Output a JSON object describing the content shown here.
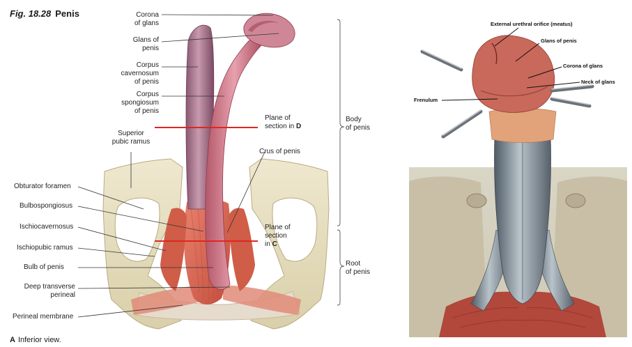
{
  "figure": {
    "number": "Fig. 18.28",
    "title": "Penis"
  },
  "caption": {
    "letter": "A",
    "text": "Inferior view."
  },
  "panel_a_labels": {
    "corona_of_glans": [
      "Corona",
      "of glans"
    ],
    "glans_of_penis": [
      "Glans of",
      "penis"
    ],
    "corpus_cavernosum": [
      "Corpus",
      "cavernosum",
      "of penis"
    ],
    "corpus_spongiosum": [
      "Corpus",
      "spongiosum",
      "of penis"
    ],
    "superior_pubic_ramus": [
      "Superior",
      "pubic ramus"
    ],
    "obturator_foramen": "Obturator foramen",
    "bulbospongiosus": "Bulbospongiosus",
    "ischiocavernosus": "Ischiocavernosus",
    "ischiopubic_ramus": "Ischiopubic ramus",
    "bulb_of_penis": "Bulb of penis",
    "deep_transverse_perineal": [
      "Deep transverse",
      "perineal"
    ],
    "perineal_membrane": "Perineal membrane",
    "crus_of_penis": "Crus of penis",
    "plane_d": {
      "line1": "Plane of",
      "line2": "section in",
      "letter": "D"
    },
    "plane_c": {
      "line1": "Plane of",
      "line2": "section",
      "line3": "in",
      "letter": "C"
    },
    "body_of_penis": [
      "Body",
      "of penis"
    ],
    "root_of_penis": [
      "Root",
      "of penis"
    ]
  },
  "panel_b_labels": {
    "external_urethral_orifice": "External urethral orifice (meatus)",
    "glans_of_penis": "Glans of penis",
    "corona_of_glans": "Corona of glans",
    "neck_of_glans": "Neck of glans",
    "frenulum": "Frenulum"
  },
  "colors": {
    "plane_line": "#e0261f",
    "bracket": "#555555",
    "leader": "#333333"
  }
}
